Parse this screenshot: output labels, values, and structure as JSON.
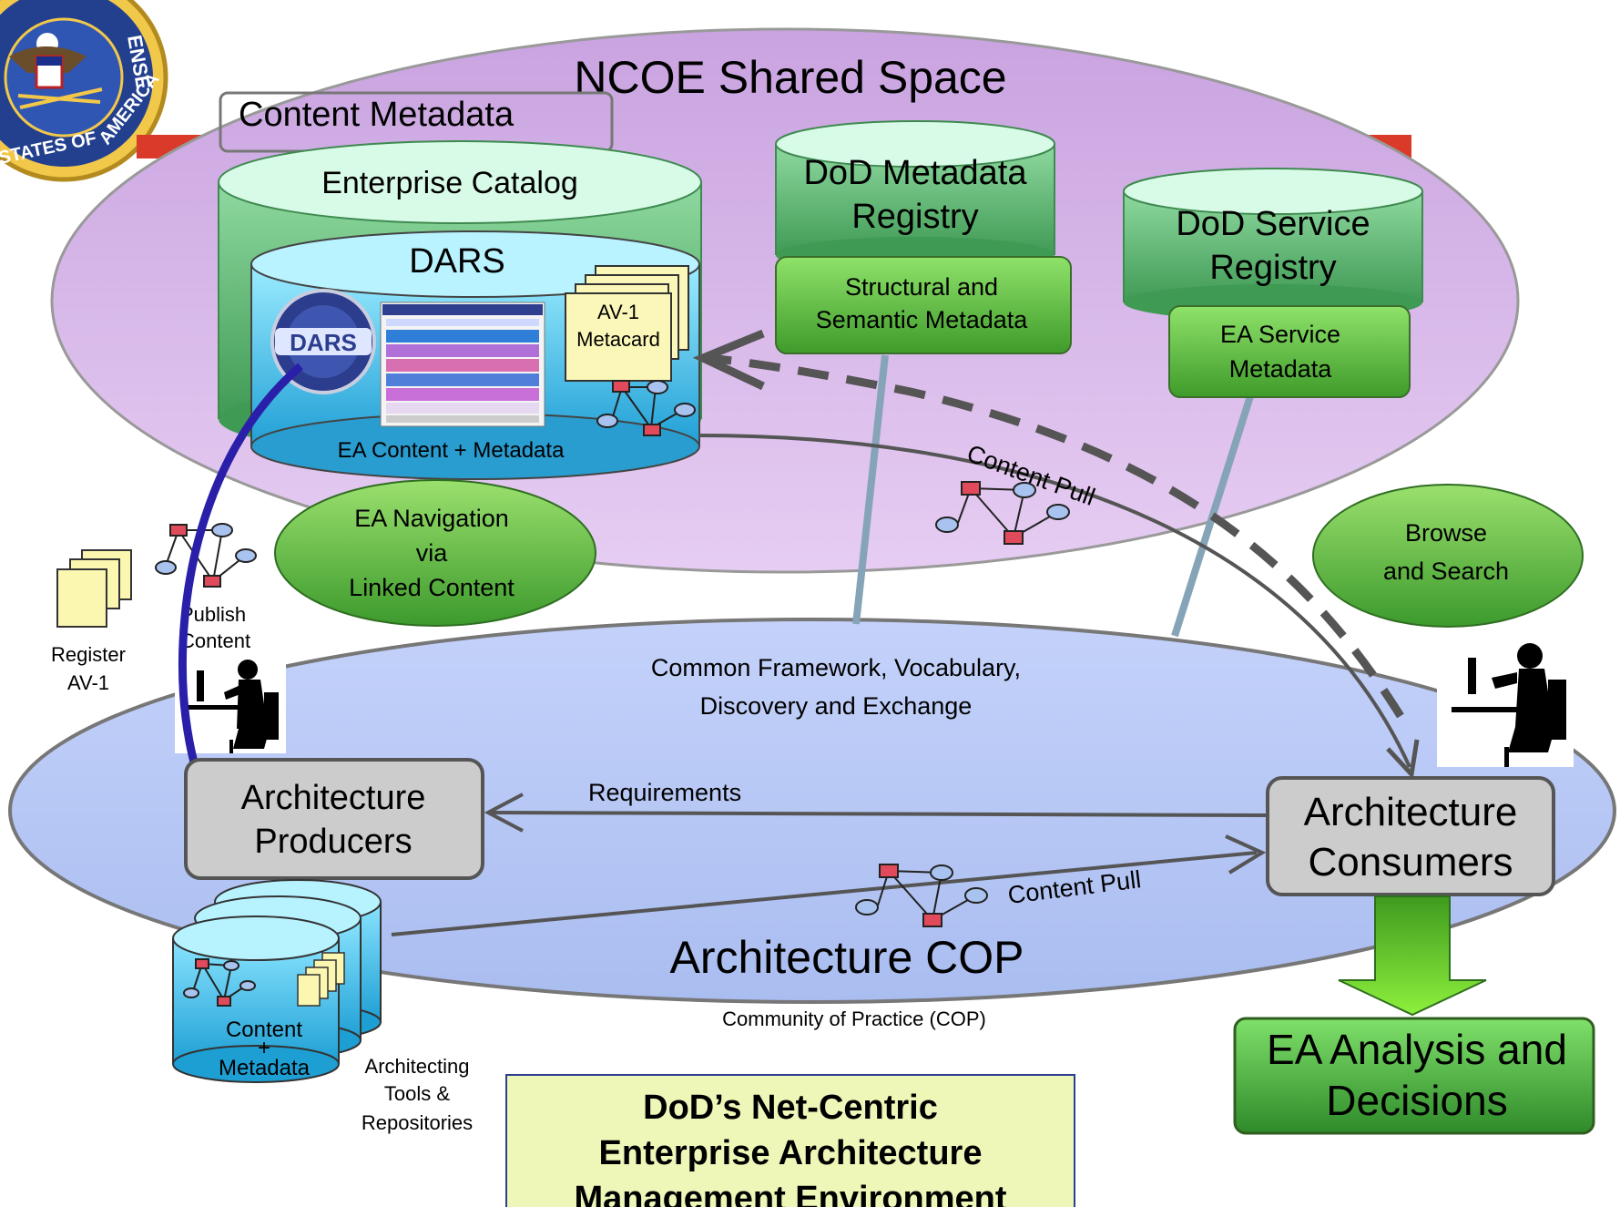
{
  "diagram": {
    "shared_space_title": "NCOE Shared Space",
    "content_metadata_label": "Content Metadata",
    "enterprise_catalog": "Enterprise Catalog",
    "dars": "DARS",
    "dars_logo_text": "DARS",
    "av1_metacard": [
      "AV-1",
      "Metacard"
    ],
    "ea_content_metadata": "EA Content + Metadata",
    "metadata_registry": [
      "DoD Metadata",
      "Registry"
    ],
    "structural_semantic": [
      "Structural and",
      "Semantic Metadata"
    ],
    "service_registry": [
      "DoD Service",
      "Registry"
    ],
    "ea_service_metadata": [
      "EA Service",
      "Metadata"
    ],
    "content_pull_top": "Content Pull",
    "ea_navigation": [
      "EA Navigation",
      "via",
      "Linked Content"
    ],
    "browse_search": [
      "Browse",
      "and Search"
    ],
    "register_av1": [
      "Register",
      "AV-1"
    ],
    "publish_content": [
      "Publish",
      "Content"
    ],
    "common_framework": [
      "Common Framework, Vocabulary,",
      "Discovery and Exchange"
    ],
    "requirements": "Requirements",
    "architecture_producers": [
      "Architecture",
      "Producers"
    ],
    "architecture_consumers": [
      "Architecture",
      "Consumers"
    ],
    "content_pull_bottom": "Content Pull",
    "architecture_cop": "Architecture COP",
    "community_of_practice": "Community of Practice (COP)",
    "content_plus_metadata": [
      "Content",
      "+",
      "Metadata"
    ],
    "architecting_tools": [
      "Architecting",
      "Tools &",
      "Repositories"
    ],
    "ea_analysis": [
      "EA Analysis and",
      "Decisions"
    ],
    "title_box": [
      "DoD’s Net-Centric",
      "Enterprise Architecture",
      "Management Environment"
    ],
    "seal_text": [
      "ENSE",
      "AMERICA",
      "STATES OF"
    ]
  },
  "colors": {
    "shared_space_fill": "#d7b3e8",
    "cop_fill": "#b7c8f4",
    "cylinder_green": "#4faa5f",
    "cylinder_top": "#d8fbe8",
    "dars_blue": "#43c4ee",
    "green_box": "#5cbc39",
    "grey_box": "#cccccc",
    "title_box": "#eef6b8",
    "navy_arrow": "#2a1fa8",
    "dashed_arrow": "#555555",
    "connector": "#86a4b8"
  }
}
